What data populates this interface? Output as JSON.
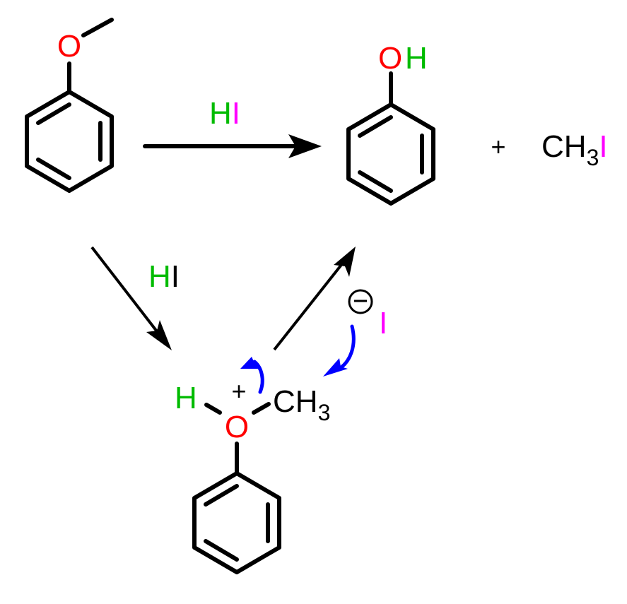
{
  "colors": {
    "oxygen": "#ff0000",
    "hydrogen": "#00bb00",
    "iodine": "#ff00ff",
    "electron_arrow": "#0000ff",
    "default": "#000000"
  },
  "reagent_top": {
    "h": "H",
    "i": "I"
  },
  "reagent_left": {
    "h": "H",
    "i": "I"
  },
  "anisole": {
    "o": "O"
  },
  "phenol": {
    "o": "O",
    "h": "H"
  },
  "plus": "+",
  "methyl_iodide": {
    "ch": "CH",
    "sub": "3",
    "i": "I"
  },
  "iodide": {
    "charge": "−",
    "i": "I"
  },
  "oxonium": {
    "h": "H",
    "charge": "+",
    "o": "O",
    "ch": "CH",
    "sub": "3"
  }
}
